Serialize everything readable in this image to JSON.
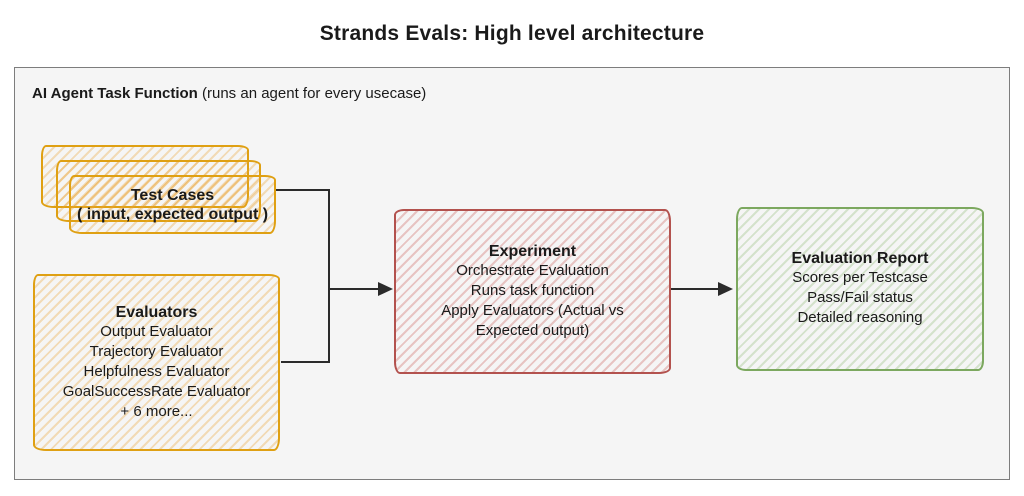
{
  "title": "Strands Evals: High level architecture",
  "frame": {
    "label_bold": "AI Agent Task Function",
    "label_desc": " (runs an agent for every usecase)"
  },
  "test_cases": {
    "title": "Test Cases",
    "subtitle": "( input, expected output )"
  },
  "evaluators": {
    "title": "Evaluators",
    "items": [
      "Output Evaluator",
      "Trajectory Evaluator",
      "Helpfulness Evaluator",
      "GoalSuccessRate Evaluator",
      "+ 6 more..."
    ]
  },
  "experiment": {
    "title": "Experiment",
    "lines": [
      "Orchestrate Evaluation",
      "Runs task function",
      "Apply Evaluators (Actual vs Expected output)"
    ]
  },
  "report": {
    "title": "Evaluation Report",
    "lines": [
      "Scores per Testcase",
      "Pass/Fail status",
      "Detailed reasoning"
    ]
  },
  "colors": {
    "text": "#1a1a1a",
    "frame_bg": "#f5f5f5",
    "frame_border": "#7d7d7d",
    "orange_border": "#dfa013",
    "orange_hatch": "#eaa53655",
    "red_border": "#b3524e",
    "red_hatch": "#c9575250",
    "green_border": "#7ca85f",
    "green_hatch": "#86b56b4d",
    "connector": "#2b2b2b"
  }
}
